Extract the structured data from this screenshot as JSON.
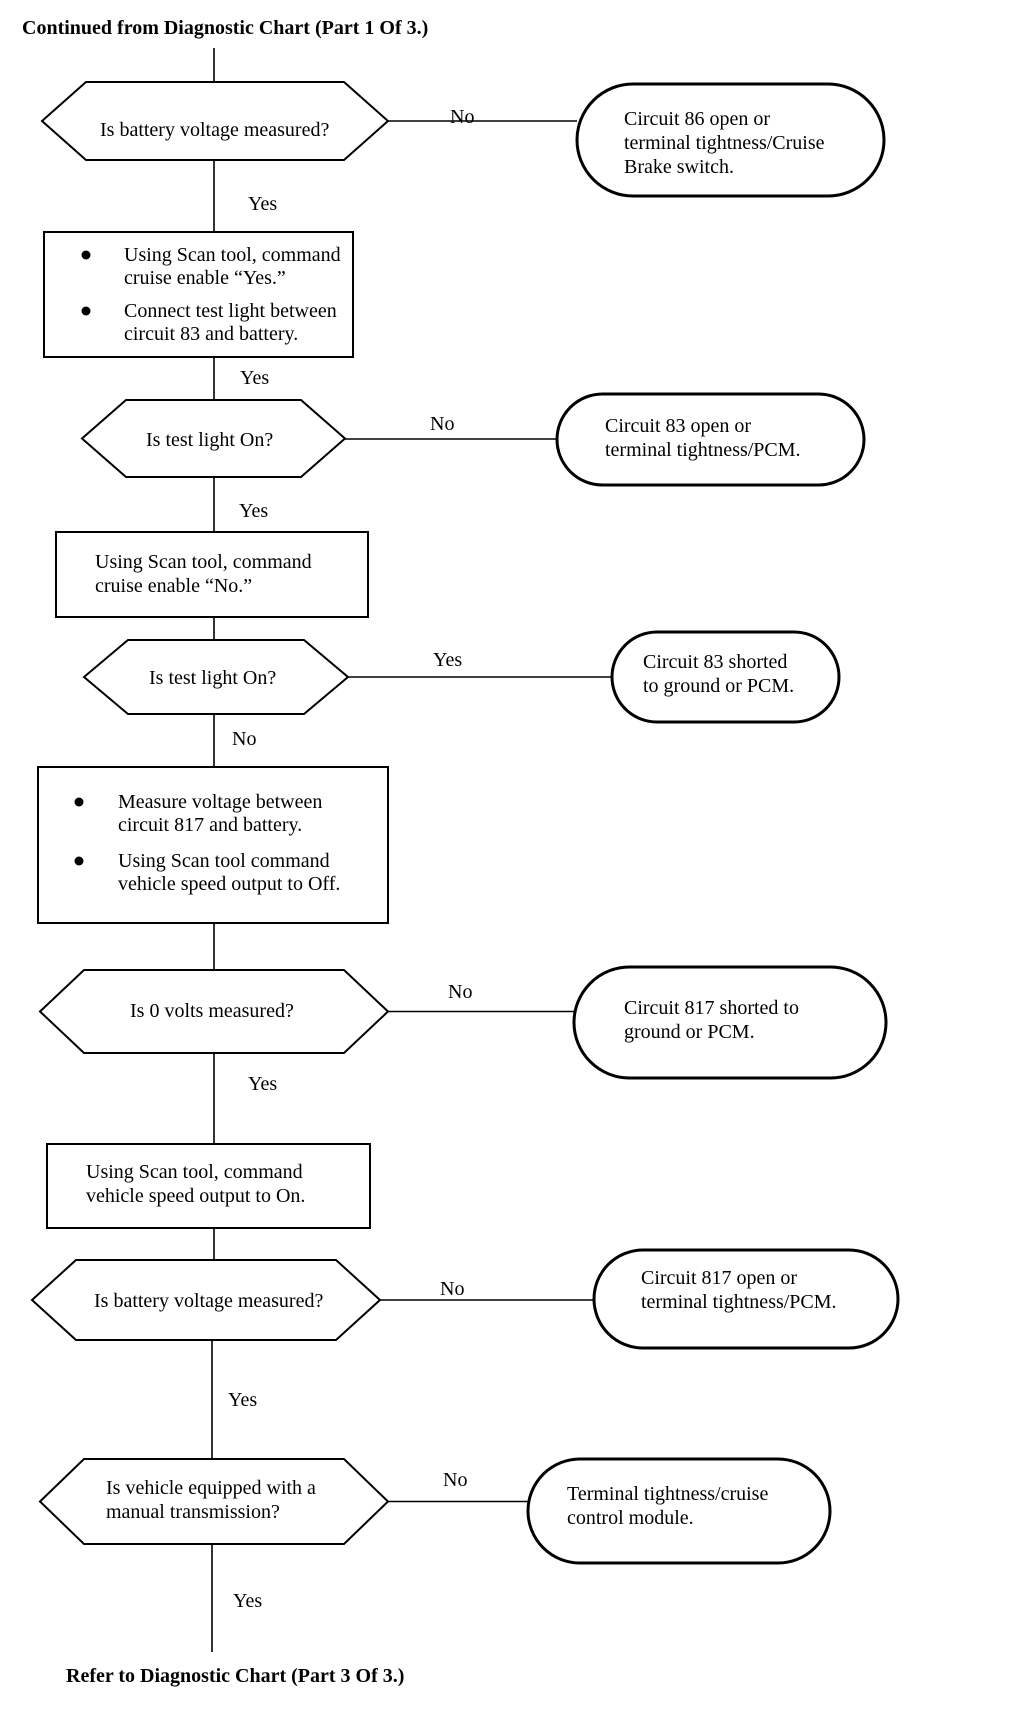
{
  "header": "Continued from Diagnostic Chart (Part 1 Of 3.)",
  "footer": "Refer to Diagnostic Chart (Part 3 Of 3.)",
  "decisions": [
    {
      "id": "d1",
      "lines": [
        "Is battery voltage measured?"
      ]
    },
    {
      "id": "d2",
      "lines": [
        "Is test light On?"
      ]
    },
    {
      "id": "d3",
      "lines": [
        "Is test light On?"
      ]
    },
    {
      "id": "d4",
      "lines": [
        "Is 0 volts measured?"
      ]
    },
    {
      "id": "d5",
      "lines": [
        "Is battery voltage measured?"
      ]
    },
    {
      "id": "d6",
      "lines": [
        "Is vehicle equipped with a",
        "manual transmission?"
      ]
    }
  ],
  "actions": [
    {
      "id": "a1",
      "bullets": [
        [
          "Using Scan tool, command",
          "cruise enable “Yes.”"
        ],
        [
          "Connect test light between",
          "circuit 83 and battery."
        ]
      ]
    },
    {
      "id": "a2",
      "lines": [
        "Using Scan tool, command",
        "cruise enable “No.”"
      ]
    },
    {
      "id": "a3",
      "bullets": [
        [
          "Measure voltage between",
          "circuit 817 and battery."
        ],
        [
          "Using Scan tool command",
          "vehicle speed output to Off."
        ]
      ]
    },
    {
      "id": "a4",
      "lines": [
        "Using Scan tool, command",
        "vehicle speed output to On."
      ]
    }
  ],
  "results": [
    {
      "id": "r1",
      "lines": [
        "Circuit 86 open or",
        "terminal tightness/Cruise",
        "Brake switch."
      ]
    },
    {
      "id": "r2",
      "lines": [
        "Circuit 83 open or",
        "terminal tightness/PCM."
      ]
    },
    {
      "id": "r3",
      "lines": [
        "Circuit 83 shorted",
        "to ground or PCM."
      ]
    },
    {
      "id": "r4",
      "lines": [
        "Circuit 817 shorted to",
        "ground or PCM."
      ]
    },
    {
      "id": "r5",
      "lines": [
        "Circuit 817 open or",
        "terminal tightness/PCM."
      ]
    },
    {
      "id": "r6",
      "lines": [
        "Terminal tightness/cruise",
        "control module."
      ]
    }
  ],
  "edge_labels": [
    {
      "id": "e1",
      "text": "No"
    },
    {
      "id": "e2",
      "text": "Yes"
    },
    {
      "id": "e3",
      "text": "Yes"
    },
    {
      "id": "e4",
      "text": "No"
    },
    {
      "id": "e5",
      "text": "Yes"
    },
    {
      "id": "e6",
      "text": "Yes"
    },
    {
      "id": "e7",
      "text": "No"
    },
    {
      "id": "e8",
      "text": "No"
    },
    {
      "id": "e9",
      "text": "Yes"
    },
    {
      "id": "e10",
      "text": "No"
    },
    {
      "id": "e11",
      "text": "Yes"
    },
    {
      "id": "e12",
      "text": "No"
    },
    {
      "id": "e13",
      "text": "Yes"
    }
  ],
  "colors": {
    "ink": "#000000",
    "paper": "#ffffff"
  }
}
